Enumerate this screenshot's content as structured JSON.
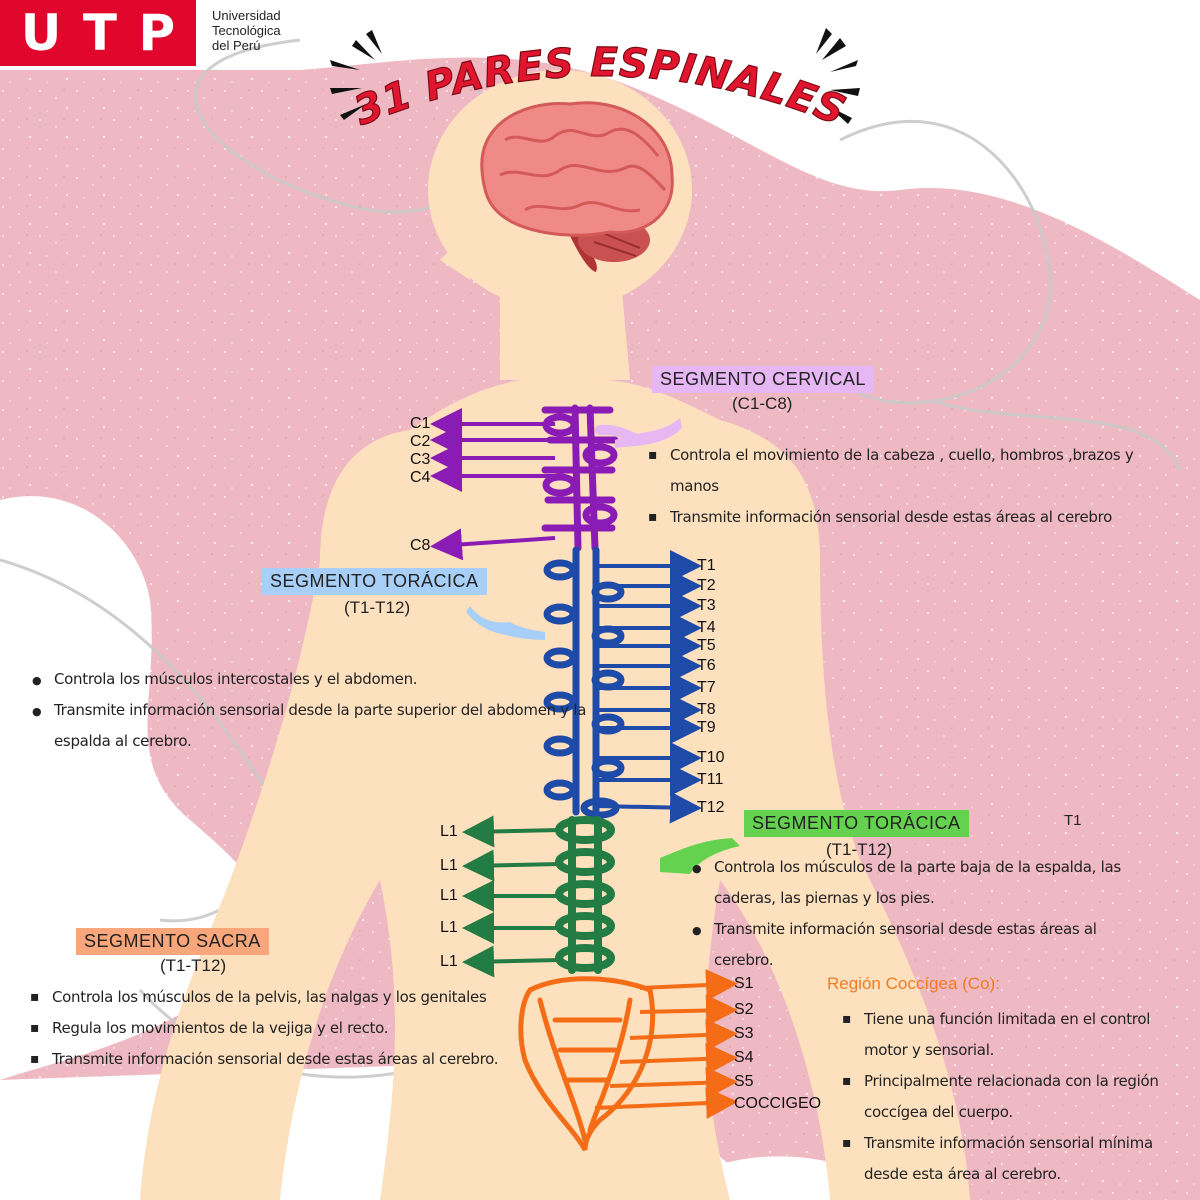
{
  "logo": {
    "letters": [
      "U",
      "T",
      "P"
    ],
    "university_lines": [
      "Universidad",
      "Tecnológica",
      "del Perú"
    ]
  },
  "title": "31 PARES ESPINALES",
  "segments": {
    "cervical": {
      "name": "SEGMENTO CERVICAL",
      "range": "(C1-C8)",
      "bullets": [
        "Controla el movimiento de la cabeza , cuello, hombros ,brazos y manos",
        "Transmite información sensorial desde estas áreas al cerebro"
      ]
    },
    "toracica": {
      "name": "SEGMENTO TORÁCICA",
      "range": "(T1-T12)",
      "bullets": [
        "Controla los músculos intercostales y el abdomen.",
        "Transmite información sensorial desde la parte superior del abdomen y la espalda al cerebro."
      ]
    },
    "lumbar": {
      "name": "SEGMENTO TORÁCICA",
      "range": "(T1-T12)",
      "stray": "T1",
      "bullets": [
        "Controla los músculos de la parte baja de la espalda, las caderas, las piernas y los pies.",
        "Transmite información sensorial desde estas áreas al cerebro."
      ]
    },
    "sacra": {
      "name": "SEGMENTO SACRA",
      "range": "(T1-T12)",
      "bullets": [
        "Controla los músculos de la pelvis, las nalgas y los genitales",
        "Regula los movimientos de la vejiga y el recto.",
        "Transmite información sensorial desde estas áreas al cerebro."
      ]
    },
    "coccigea": {
      "name": "Región Coccígea (Co):",
      "bullets": [
        "Tiene una función limitada en el control motor y sensorial.",
        "Principalmente relacionada con la región coccígea del cuerpo.",
        "Transmite información sensorial mínima desde esta área al cerebro."
      ]
    }
  },
  "nerve_labels": {
    "cervical": [
      "C1",
      "C2",
      "C3",
      "C4",
      "C8"
    ],
    "thoracic": [
      "T1",
      "T2",
      "T3",
      "T4",
      "T5",
      "T6",
      "T7",
      "T8",
      "T9",
      "T10",
      "T11",
      "T12"
    ],
    "lumbar": [
      "L1",
      "L1",
      "L1",
      "L1",
      "L1"
    ],
    "sacral": [
      "S1",
      "S2",
      "S3",
      "S4",
      "S5",
      "COCCIGEO"
    ]
  },
  "colors": {
    "background_pink": "#efb9c4",
    "skin": "#fde1bf",
    "cervical": "#8a1bb4",
    "thoracic": "#1f4ba8",
    "lumbar": "#237c44",
    "sacral": "#f46d16",
    "title_red": "#e2152e",
    "badge_cervical": "#e7b7f4",
    "badge_toracica": "#a8cff7",
    "badge_lumbar": "#65d24f",
    "badge_sacra": "#f8a67b",
    "logo_red": "#e1062c"
  }
}
